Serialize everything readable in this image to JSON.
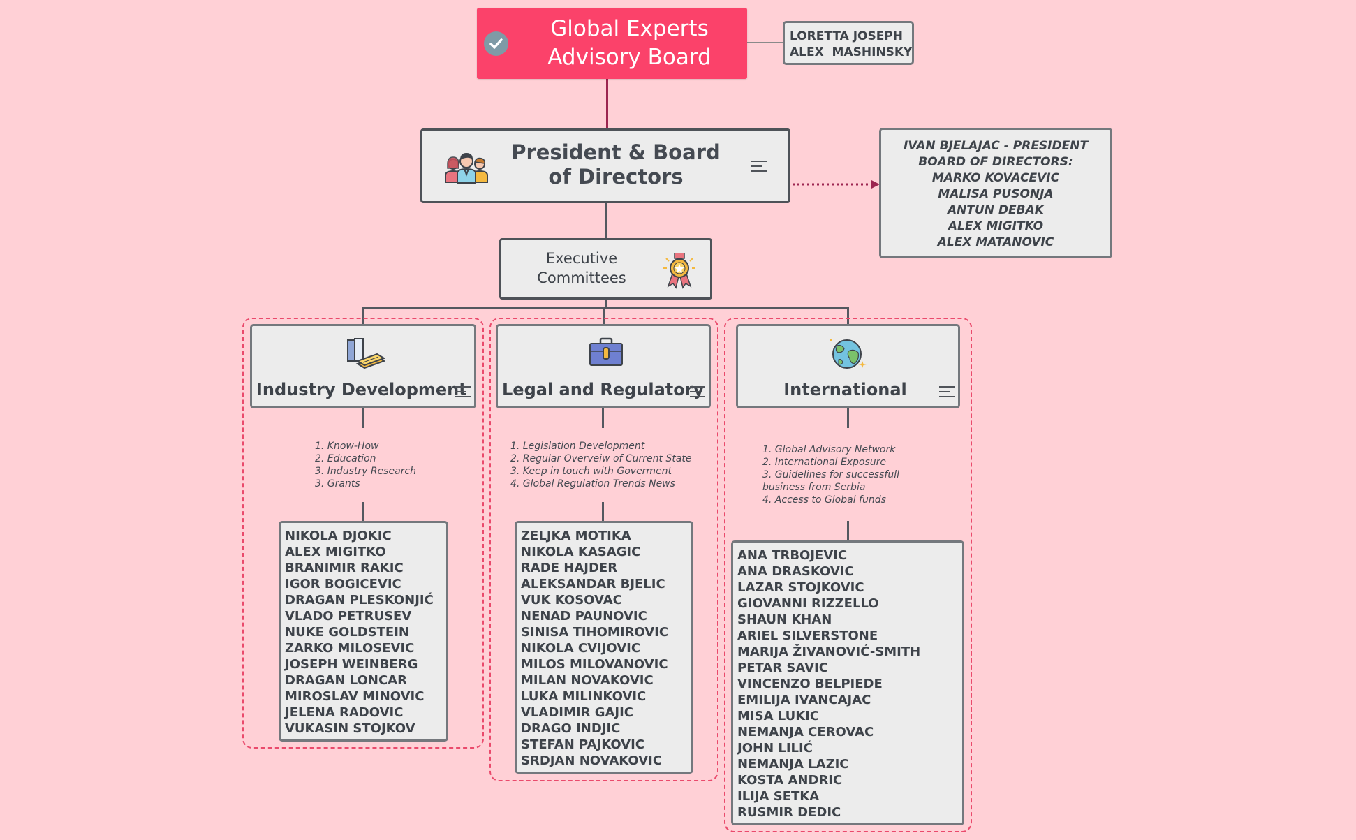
{
  "root": {
    "title": "Global Experts\nAdvisory Board"
  },
  "founders": {
    "names": "LORETTA JOSEPH\nALEX  MASHINSKY"
  },
  "board": {
    "title": "President & Board of Directors"
  },
  "board_members": [
    "IVAN BJELAJAC - PRESIDENT",
    "BOARD OF DIRECTORS:",
    "MARKO KOVACEVIC",
    "MALISA PUSONJA",
    "ANTUN DEBAK",
    "ALEX MIGITKO",
    "ALEX MATANOVIC"
  ],
  "executive": {
    "title": "Executive Committees"
  },
  "committees": [
    {
      "title": "Industry Development",
      "icon": "books-icon",
      "duties": [
        "1. Know-How",
        "2. Education",
        "3. Industry Research",
        "3. Grants"
      ],
      "members": [
        "NIKOLA DJOKIC",
        "ALEX MIGITKO",
        "BRANIMIR RAKIC",
        "IGOR BOGICEVIC",
        "DRAGAN PLESKONJIĆ",
        "VLADO PETRUSEV",
        "NUKE GOLDSTEIN",
        "ZARKO MILOSEVIC",
        "JOSEPH WEINBERG",
        "DRAGAN LONCAR",
        "MIROSLAV MINOVIC",
        "JELENA RADOVIC",
        "VUKASIN STOJKOV"
      ]
    },
    {
      "title": "Legal and Regulatory",
      "icon": "briefcase-icon",
      "duties": [
        "1. Legislation Development",
        "2. Regular Overveiw of Current State",
        "3. Keep in touch with Goverment",
        "4. Global Regulation Trends News"
      ],
      "members": [
        "ZELJKA MOTIKA",
        "NIKOLA KASAGIC",
        "RADE HAJDER",
        "ALEKSANDAR BJELIC",
        "VUK KOSOVAC",
        "NENAD PAUNOVIC",
        "SINISA TIHOMIROVIC",
        "NIKOLA CVIJOVIC",
        "MILOS MILOVANOVIC",
        "MILAN NOVAKOVIC",
        "LUKA MILINKOVIC",
        "VLADIMIR GAJIC",
        "DRAGO INDJIC",
        "STEFAN PAJKOVIC",
        "SRDJAN NOVAKOVIC"
      ]
    },
    {
      "title": "International",
      "icon": "globe-icon",
      "duties": [
        "1. Global Advisory Network",
        "2. International Exposure",
        "3. Guidelines for successfull",
        "business from Serbia",
        "4. Access to Global funds"
      ],
      "members": [
        "ANA TRBOJEVIC",
        "ANA DRASKOVIC",
        "LAZAR STOJKOVIC",
        "GIOVANNI RIZZELLO",
        "SHAUN KHAN",
        "ARIEL SILVERSTONE",
        "MARIJA ŽIVANOVIĆ-SMITH",
        "PETAR SAVIC",
        "VINCENZO BELPIEDE",
        "EMILIJA IVANCAJAC",
        "MISA LUKIC",
        "NEMANJA CEROVAC",
        "JOHN LILIĆ",
        "NEMANJA LAZIC",
        "KOSTA ANDRIC",
        "ILIJA SETKA",
        "RUSMIR DEDIC"
      ]
    }
  ]
}
